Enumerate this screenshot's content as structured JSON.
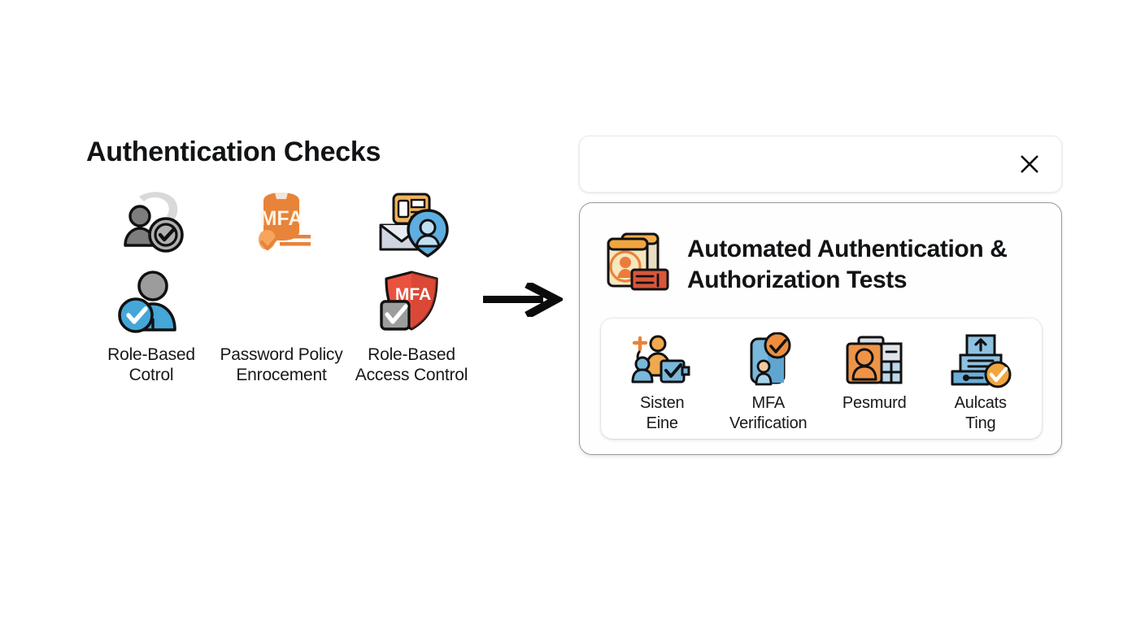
{
  "left": {
    "title": "Authentication Checks",
    "items": [
      {
        "icon": "user-check-gray-icon",
        "label": ""
      },
      {
        "icon": "mfa-badge-orange-icon",
        "label": ""
      },
      {
        "icon": "mail-identity-pin-icon",
        "label": ""
      },
      {
        "icon": "user-check-blue-icon",
        "label": "Role-Based\nCotrol"
      },
      {
        "icon": "password-policy-icon",
        "label": "Password Policy\nEnrocement"
      },
      {
        "icon": "mfa-shield-red-icon",
        "label": "Role-Based\nAccess Control"
      }
    ]
  },
  "arrow": {
    "icon": "arrow-right-icon"
  },
  "topbar": {
    "close_icon": "close-icon",
    "close_label": "×"
  },
  "card": {
    "icon": "id-document-icon",
    "title": "Automated Authentication & Authorization Tests",
    "items": [
      {
        "icon": "people-approval-icon",
        "label": "Sisten\nEine"
      },
      {
        "icon": "mfa-verification-icon",
        "label": "MFA\nVerification"
      },
      {
        "icon": "id-card-icon",
        "label": "Pesmurd"
      },
      {
        "icon": "signed-document-check-icon",
        "label": "Aulcats\nTing"
      }
    ]
  },
  "colors": {
    "orange": "#F0A03C",
    "orange_dark": "#E8833A",
    "blue": "#6FB5DE",
    "blue_dark": "#4E9BCB",
    "red": "#E8523F",
    "gray": "#A8A8A8",
    "ink": "#16181a"
  }
}
